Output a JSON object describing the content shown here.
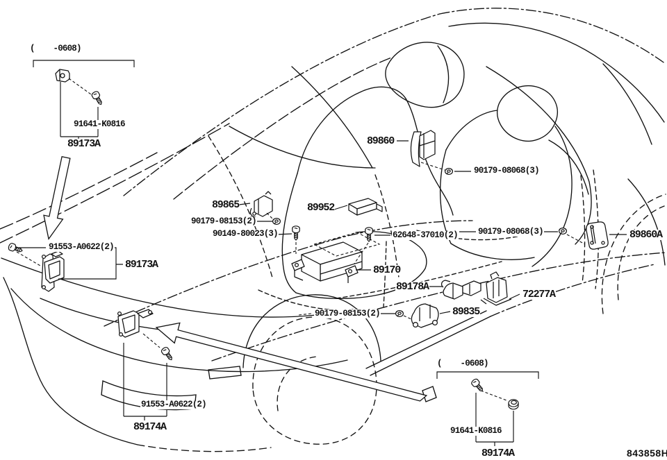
{
  "diagram_code": "843858H",
  "colors": {
    "ink": "#111111",
    "background": "#ffffff"
  },
  "callouts": {
    "tl_range": "(    -0608)",
    "tl_bolt": "91641-K0816",
    "tl_part": "89173A",
    "front_bolt": "91553-A0622(2)",
    "front_part": "89173A",
    "seat_part": "89860",
    "seat_nut": "90179-08068(3)",
    "side_part": "89865",
    "side_nut": "90179-08153(2)",
    "center_bolt": "90149-80023(3)",
    "floor_part": "89952",
    "floor_bolt": "62648-37010(2)",
    "ecu_part": "89170",
    "quarter_nut": "90179-08068(3)",
    "quarter_part": "89860A",
    "occupant_part": "89178A",
    "bracket_part": "72277A",
    "rocker_nut": "90179-08153(2)",
    "rocker_part": "89835",
    "lower_bolt": "91553-A0622(2)",
    "lower_part": "89174A",
    "br_range": "(    -0608)",
    "br_bolt": "91641-K0816",
    "br_part": "89174A"
  }
}
